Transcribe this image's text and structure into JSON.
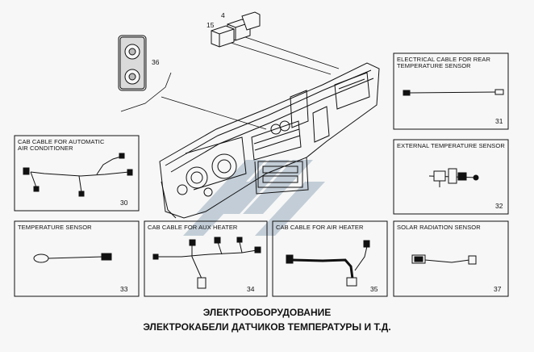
{
  "panels": [
    {
      "id": "cab-ac",
      "label_lines": [
        "CAB CABLE FOR AUTOMATIC",
        "AIR CONDITIONER"
      ],
      "number": "30"
    },
    {
      "id": "rear-sensor-cable",
      "label_lines": [
        "ELECTRICAL CABLE FOR REAR",
        "TEMPERATURE SENSOR"
      ],
      "number": "31"
    },
    {
      "id": "external-sensor",
      "label_lines": [
        "EXTERNAL TEMPERATURE SENSOR"
      ],
      "number": "32"
    },
    {
      "id": "temp-sensor",
      "label_lines": [
        "TEMPERATURE SENSOR"
      ],
      "number": "33"
    },
    {
      "id": "aux-heater",
      "label_lines": [
        "CAB CABLE FOR AUX HEATER"
      ],
      "number": "34"
    },
    {
      "id": "air-heater",
      "label_lines": [
        "CAB CABLE FOR AIR HEATER"
      ],
      "number": "35"
    },
    {
      "id": "solar-sensor",
      "label_lines": [
        "SOLAR RADIATION SENSOR"
      ],
      "number": "37"
    }
  ],
  "callouts": {
    "relay_top": "4",
    "relay_left": "15",
    "panel_switch": "36"
  },
  "title": {
    "line1": "ЭЛЕКТРООБОРУДОВАНИЕ",
    "line2": "ЭЛЕКТРОКАБЕЛИ ДАТЧИКОВ ТЕМПЕРАТУРЫ И Т.Д."
  },
  "colors": {
    "ink": "#111111",
    "watermark": "#b9c6d2",
    "background": "#f7f7f7"
  }
}
